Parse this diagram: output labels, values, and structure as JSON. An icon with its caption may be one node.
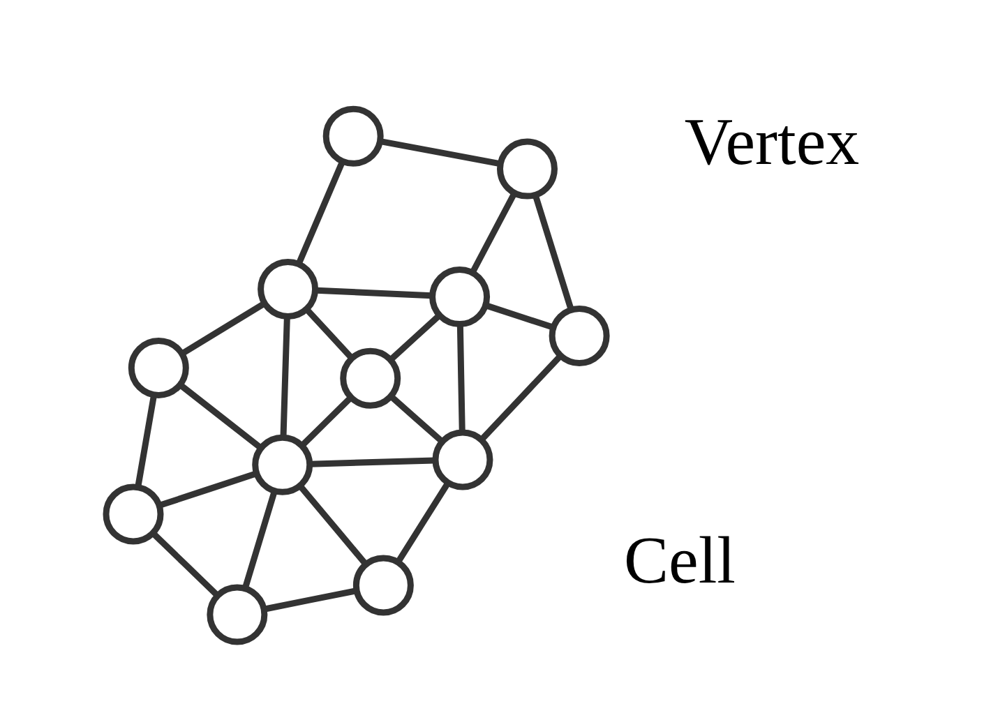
{
  "diagram": {
    "nodes": [
      {
        "text": [],
        "shape": "circle"
      },
      {
        "text": [],
        "shape": "circle"
      },
      {
        "text": [],
        "shape": "circle"
      },
      {
        "text": [],
        "shape": "circle"
      },
      {
        "text": [],
        "shape": "circle"
      },
      {
        "text": [],
        "shape": "circle"
      },
      {
        "text": [],
        "shape": "circle"
      },
      {
        "text": [],
        "shape": "circle"
      },
      {
        "text": [],
        "shape": "circle"
      },
      {
        "text": [],
        "shape": "circle"
      },
      {
        "text": [],
        "shape": "circle"
      },
      {
        "text": [],
        "shape": "circle"
      }
    ],
    "edges": [
      {
        "from": 0,
        "to": 1,
        "arrow": "none"
      },
      {
        "from": 0,
        "to": 2,
        "arrow": "none"
      },
      {
        "from": 1,
        "to": 4,
        "arrow": "none"
      },
      {
        "from": 1,
        "to": 5,
        "arrow": "none"
      },
      {
        "from": 2,
        "to": 5,
        "arrow": "none"
      },
      {
        "from": 2,
        "to": 6,
        "arrow": "none"
      },
      {
        "from": 2,
        "to": 7,
        "arrow": "none"
      },
      {
        "from": 2,
        "to": 3,
        "arrow": "none"
      },
      {
        "from": 4,
        "to": 5,
        "arrow": "none"
      },
      {
        "from": 4,
        "to": 9,
        "arrow": "none"
      },
      {
        "from": 5,
        "to": 9,
        "arrow": "none"
      },
      {
        "from": 5,
        "to": 6,
        "arrow": "none"
      },
      {
        "from": 6,
        "to": 7,
        "arrow": "none"
      },
      {
        "from": 6,
        "to": 9,
        "arrow": "none"
      },
      {
        "from": 9,
        "to": 7,
        "arrow": "none"
      },
      {
        "from": 9,
        "to": 11,
        "arrow": "none"
      },
      {
        "from": 11,
        "to": 7,
        "arrow": "none"
      },
      {
        "from": 11,
        "to": 10,
        "arrow": "none"
      },
      {
        "from": 10,
        "to": 7,
        "arrow": "none"
      },
      {
        "from": 3,
        "to": 7,
        "arrow": "none"
      },
      {
        "from": 3,
        "to": 8,
        "arrow": "none"
      },
      {
        "from": 8,
        "to": 7,
        "arrow": "none"
      },
      {
        "from": 8,
        "to": 10,
        "arrow": "none"
      }
    ],
    "labels": [
      "Cell",
      "Vertex"
    ]
  }
}
